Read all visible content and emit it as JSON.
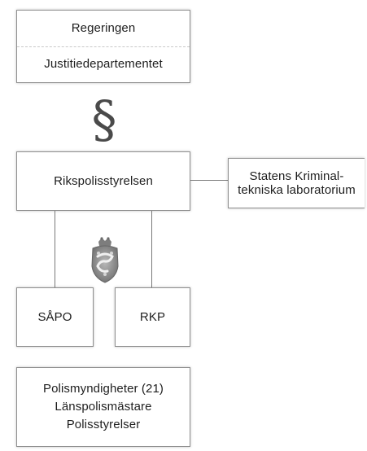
{
  "top_box": {
    "line1": "Regeringen",
    "line2": "Justitiedepartementet"
  },
  "paragraph_symbol": "§",
  "central_box": {
    "label": "Rikspolisstyrelsen"
  },
  "side_box": {
    "line1": "Statens Kriminal-",
    "line2": "tekniska laboratorium"
  },
  "emblem": {
    "icon": "coat-of-arms-icon"
  },
  "left_sub_box": {
    "label": "SÅPO"
  },
  "right_sub_box": {
    "label": "RKP"
  },
  "bottom_box": {
    "line1": "Polismyndigheter (21)",
    "line2": "Länspolismästare",
    "line3": "Polisstyrelser"
  },
  "colors": {
    "border": "#8f8f8f",
    "line": "#7a7a7a",
    "text": "#1e1e1e"
  }
}
